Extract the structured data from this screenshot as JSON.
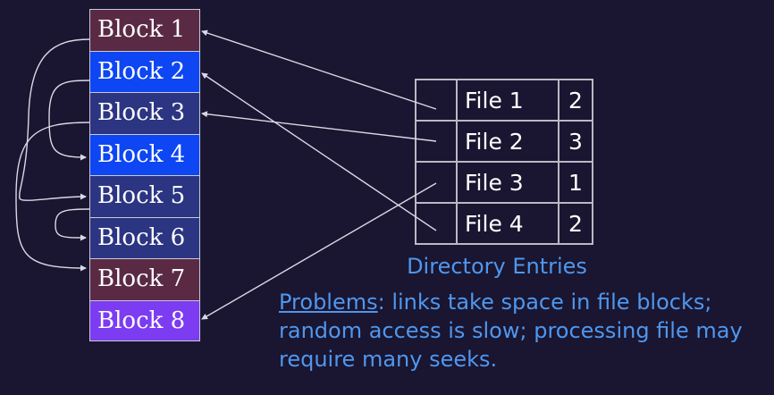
{
  "blocks": [
    {
      "label": "Block 1",
      "color": "#5a2a45"
    },
    {
      "label": "Block 2",
      "color": "#0d46f2"
    },
    {
      "label": "Block 3",
      "color": "#2c3582"
    },
    {
      "label": "Block 4",
      "color": "#0d46f2"
    },
    {
      "label": "Block 5",
      "color": "#2c3582"
    },
    {
      "label": "Block 6",
      "color": "#2c3582"
    },
    {
      "label": "Block 7",
      "color": "#5a2a45"
    },
    {
      "label": "Block 8",
      "color": "#7b3cf2"
    }
  ],
  "directory": {
    "rows": [
      {
        "name": "File 1",
        "first_block": "2"
      },
      {
        "name": "File 2",
        "first_block": "3"
      },
      {
        "name": "File 3",
        "first_block": "1"
      },
      {
        "name": "File 4",
        "first_block": "2"
      }
    ],
    "caption": "Directory Entries"
  },
  "problems": {
    "title": "Problems",
    "text": ": links take space in file blocks; random access is slow; processing file may require many seeks."
  },
  "colors": {
    "background": "#1a1530",
    "text_accent": "#4f97ee",
    "arrow": "#d9d9e6"
  }
}
